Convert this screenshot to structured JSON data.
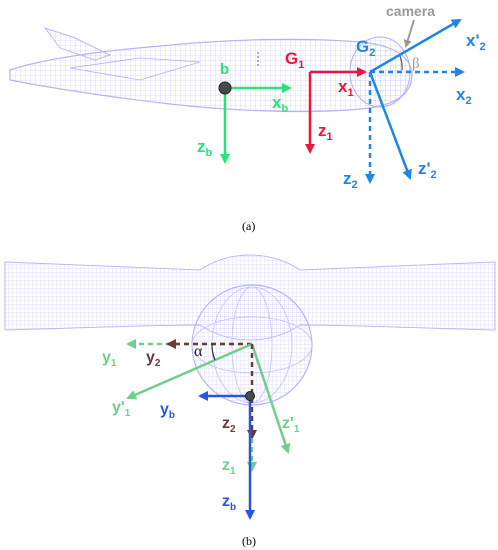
{
  "panel_a": {
    "caption": "(a)",
    "labels": {
      "camera": "camera",
      "beta": "β",
      "G1": "G",
      "G1_sub": "1",
      "G2": "G",
      "G2_sub": "2",
      "x1": "x",
      "x1_sub": "1",
      "z1": "z",
      "z1_sub": "1",
      "x2": "x",
      "x2_sub": "2",
      "z2": "z",
      "z2_sub": "2",
      "x2p": "x'",
      "x2p_sub": "2",
      "z2p": "z'",
      "z2p_sub": "2",
      "b": "b",
      "xb": "x",
      "xb_sub": "b",
      "zb": "z",
      "zb_sub": "b"
    }
  },
  "panel_b": {
    "caption": "(b)",
    "labels": {
      "alpha": "α",
      "y1": "y",
      "y1_sub": "1",
      "y2": "y",
      "y2_sub": "2",
      "y1p": "y'",
      "y1p_sub": "1",
      "yb": "y",
      "yb_sub": "b",
      "z2": "z",
      "z2_sub": "2",
      "z1p": "z'",
      "z1p_sub": "1",
      "z1": "z",
      "z1_sub": "1",
      "zb": "z",
      "zb_sub": "b"
    }
  },
  "colors": {
    "mesh": "#b9b9f2",
    "green": "#2ee07a",
    "red": "#e8173f",
    "blue": "#1f86e6",
    "gray": "#9a9a9a",
    "lightgreen": "#6fcf8a",
    "darkbrown": "#6b3a3a",
    "darkblue": "#2a55e0"
  }
}
